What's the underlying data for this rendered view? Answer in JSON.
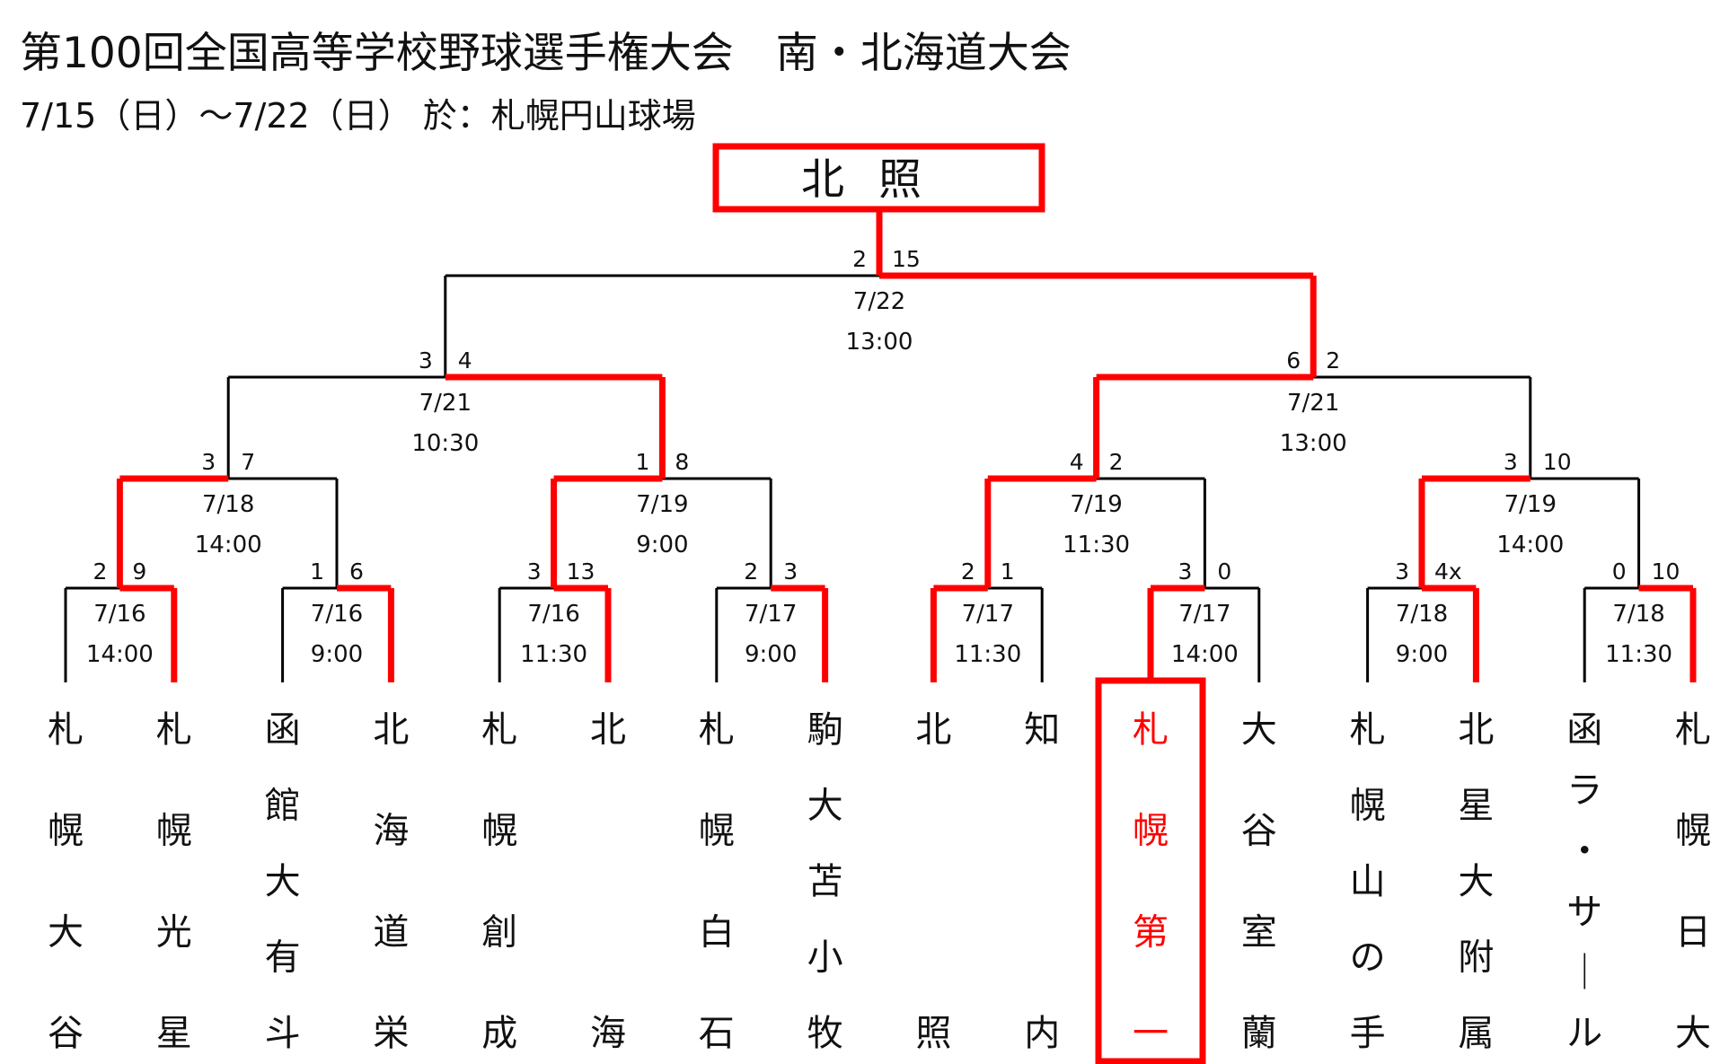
{
  "title": "第100回全国高等学校野球選手権大会　南・北海道大会",
  "subtitle": "7/15（日）～7/22（日） 於：札幌円山球場",
  "champion": "北照",
  "colors": {
    "winner": "#ff0000",
    "line": "#000000"
  },
  "teams": [
    {
      "name": "札幌大谷",
      "chars": [
        "札",
        "幌",
        "大",
        "谷"
      ]
    },
    {
      "name": "札幌光星",
      "chars": [
        "札",
        "幌",
        "光",
        "星"
      ]
    },
    {
      "name": "函館大有斗",
      "chars": [
        "函",
        "館",
        "大",
        "有",
        "斗"
      ]
    },
    {
      "name": "北海道栄",
      "chars": [
        "北",
        "海",
        "道",
        "栄"
      ]
    },
    {
      "name": "札幌創成",
      "chars": [
        "札",
        "幌",
        "創",
        "成"
      ]
    },
    {
      "name": "北海",
      "chars": [
        "北",
        "海"
      ]
    },
    {
      "name": "札幌白石",
      "chars": [
        "札",
        "幌",
        "白",
        "石"
      ]
    },
    {
      "name": "駒大苫小牧",
      "chars": [
        "駒",
        "大",
        "苫",
        "小",
        "牧"
      ]
    },
    {
      "name": "北照",
      "chars": [
        "北",
        "照"
      ]
    },
    {
      "name": "知内",
      "chars": [
        "知",
        "内"
      ]
    },
    {
      "name": "札幌第一",
      "chars": [
        "札",
        "幌",
        "第",
        "一"
      ],
      "highlight": true
    },
    {
      "name": "大谷室蘭",
      "chars": [
        "大",
        "谷",
        "室",
        "蘭"
      ]
    },
    {
      "name": "札幌山の手",
      "chars": [
        "札",
        "幌",
        "山",
        "の",
        "手"
      ]
    },
    {
      "name": "北星大附属",
      "chars": [
        "北",
        "星",
        "大",
        "附",
        "属"
      ]
    },
    {
      "name": "函ラ・サール",
      "chars": [
        "函",
        "ラ",
        "・",
        "サ",
        "｜",
        "ル"
      ]
    },
    {
      "name": "札幌日大",
      "chars": [
        "札",
        "幌",
        "日",
        "大"
      ]
    }
  ],
  "matches": [
    {
      "id": "r1-1",
      "date": "7/16",
      "time": "14:00",
      "left_score": "2",
      "right_score": "9",
      "winner": "right"
    },
    {
      "id": "r1-2",
      "date": "7/16",
      "time": "9:00",
      "left_score": "1",
      "right_score": "6",
      "winner": "right"
    },
    {
      "id": "r1-3",
      "date": "7/16",
      "time": "11:30",
      "left_score": "3",
      "right_score": "13",
      "winner": "right"
    },
    {
      "id": "r1-4",
      "date": "7/17",
      "time": "9:00",
      "left_score": "2",
      "right_score": "3",
      "winner": "right"
    },
    {
      "id": "r1-5",
      "date": "7/17",
      "time": "11:30",
      "left_score": "2",
      "right_score": "1",
      "winner": "left"
    },
    {
      "id": "r1-6",
      "date": "7/17",
      "time": "14:00",
      "left_score": "3",
      "right_score": "0",
      "winner": "left"
    },
    {
      "id": "r1-7",
      "date": "7/18",
      "time": "9:00",
      "left_score": "3",
      "right_score": "4x",
      "winner": "right"
    },
    {
      "id": "r1-8",
      "date": "7/18",
      "time": "11:30",
      "left_score": "0",
      "right_score": "10",
      "winner": "right"
    },
    {
      "id": "qf-1",
      "date": "7/18",
      "time": "14:00",
      "left_score": "3",
      "right_score": "7",
      "winner": "left"
    },
    {
      "id": "qf-2",
      "date": "7/19",
      "time": "9:00",
      "left_score": "1",
      "right_score": "8",
      "winner": "left"
    },
    {
      "id": "qf-3",
      "date": "7/19",
      "time": "11:30",
      "left_score": "4",
      "right_score": "2",
      "winner": "left"
    },
    {
      "id": "qf-4",
      "date": "7/19",
      "time": "14:00",
      "left_score": "3",
      "right_score": "10",
      "winner": "left"
    },
    {
      "id": "sf-1",
      "date": "7/21",
      "time": "10:30",
      "left_score": "3",
      "right_score": "4",
      "winner": "right"
    },
    {
      "id": "sf-2",
      "date": "7/21",
      "time": "13:00",
      "left_score": "6",
      "right_score": "2",
      "winner": "left"
    },
    {
      "id": "final",
      "date": "7/22",
      "time": "13:00",
      "left_score": "2",
      "right_score": "15",
      "winner": "right"
    }
  ]
}
